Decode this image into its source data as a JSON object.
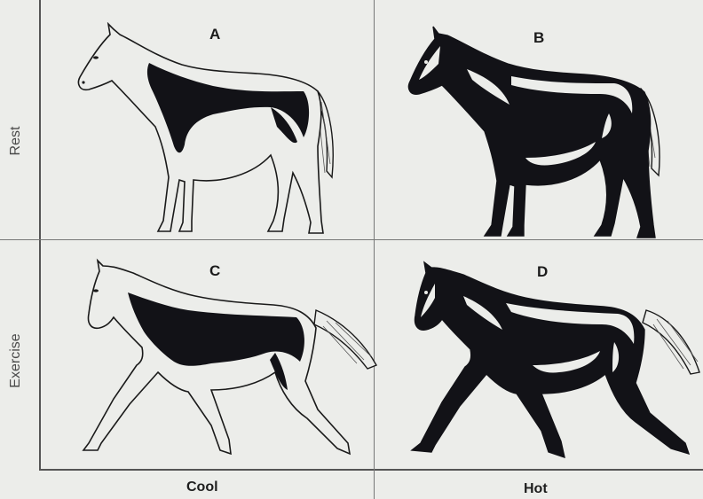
{
  "rows": [
    {
      "label": "Rest"
    },
    {
      "label": "Exercise"
    }
  ],
  "columns": [
    {
      "label": "Cool"
    },
    {
      "label": "Hot"
    }
  ],
  "panels": [
    {
      "letter": "A",
      "row": "Rest",
      "column": "Cool",
      "icon": "standing-horse-mostly-white-icon"
    },
    {
      "letter": "B",
      "row": "Rest",
      "column": "Hot",
      "icon": "standing-horse-mostly-dark-icon"
    },
    {
      "letter": "C",
      "row": "Exercise",
      "column": "Cool",
      "icon": "trotting-horse-mostly-white-icon"
    },
    {
      "letter": "D",
      "row": "Exercise",
      "column": "Hot",
      "icon": "trotting-horse-mostly-dark-icon"
    }
  ],
  "colors": {
    "background": "#ecedea",
    "dark_region": "#121217",
    "outline": "#1a1a1a",
    "axis": "#555555"
  }
}
